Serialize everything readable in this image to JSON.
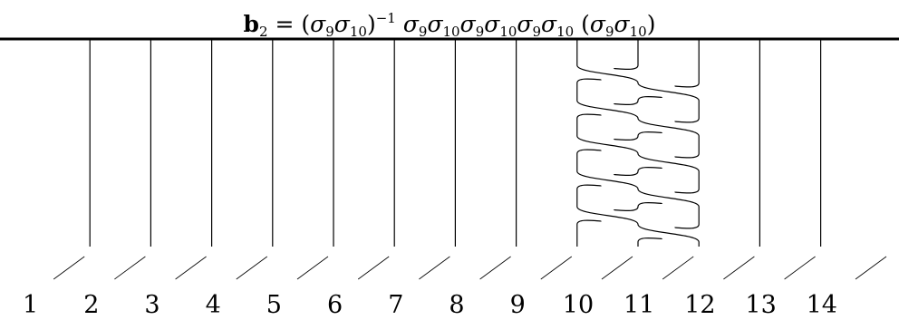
{
  "title": {
    "symbol": "b",
    "subscript": "2",
    "eq": " = (",
    "s1": "σ",
    "s1_sub": "9",
    "s2": "σ",
    "s2_sub": "10",
    "close_inv": ")",
    "inv_sup": "−1",
    "word": [
      {
        "s": "σ",
        "sub": "9"
      },
      {
        "s": "σ",
        "sub": "10"
      },
      {
        "s": "σ",
        "sub": "9"
      },
      {
        "s": "σ",
        "sub": "10"
      },
      {
        "s": "σ",
        "sub": "9"
      },
      {
        "s": "σ",
        "sub": "10"
      }
    ],
    "tail_open": " (",
    "t1": "σ",
    "t1_sub": "9",
    "t2": "σ",
    "t2_sub": "10",
    "tail_close": ")"
  },
  "strand_labels": [
    "1",
    "2",
    "3",
    "4",
    "5",
    "6",
    "7",
    "8",
    "9",
    "10",
    "11",
    "12",
    "13",
    "14"
  ],
  "braid": {
    "strand_count": 14,
    "crossing_sequence": [
      "σ9",
      "σ10",
      "σ9",
      "σ10",
      "σ9",
      "σ10",
      "σ9",
      "σ10",
      "σ9",
      "σ10"
    ]
  },
  "colors": {
    "line": "#000000",
    "background": "#ffffff"
  }
}
